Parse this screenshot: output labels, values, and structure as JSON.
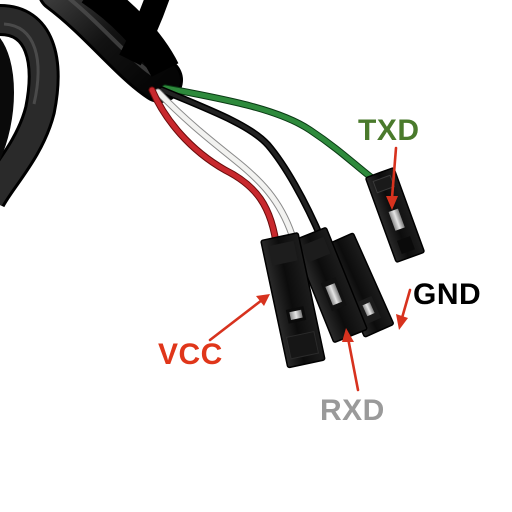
{
  "labels": {
    "txd": {
      "text": "TXD",
      "color": "#4a7a2c"
    },
    "gnd": {
      "text": "GND",
      "color": "#000000"
    },
    "vcc": {
      "text": "VCC",
      "color": "#e0361a"
    },
    "rxd": {
      "text": "RXD",
      "color": "#9a9a9a"
    }
  },
  "colors": {
    "arrow": "#d7321e",
    "cable": "#161616",
    "wire_red": "#c8282d",
    "wire_white": "#f2f2f0",
    "wire_green": "#2e8a3c",
    "wire_black": "#111111"
  }
}
